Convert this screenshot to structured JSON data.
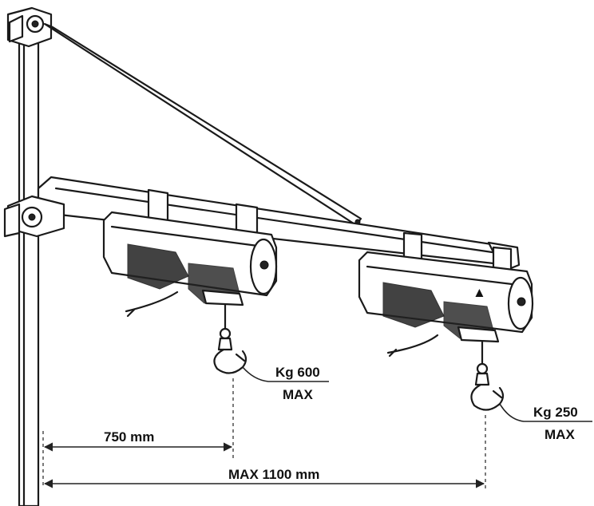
{
  "labels": {
    "load_near": "Kg 600",
    "load_near_max": "MAX",
    "load_far": "Kg 250",
    "load_far_max": "MAX",
    "dim_near": "750 mm",
    "dim_far": "MAX 1100 mm"
  },
  "colors": {
    "ink": "#1a1a1a",
    "background": "#ffffff"
  }
}
